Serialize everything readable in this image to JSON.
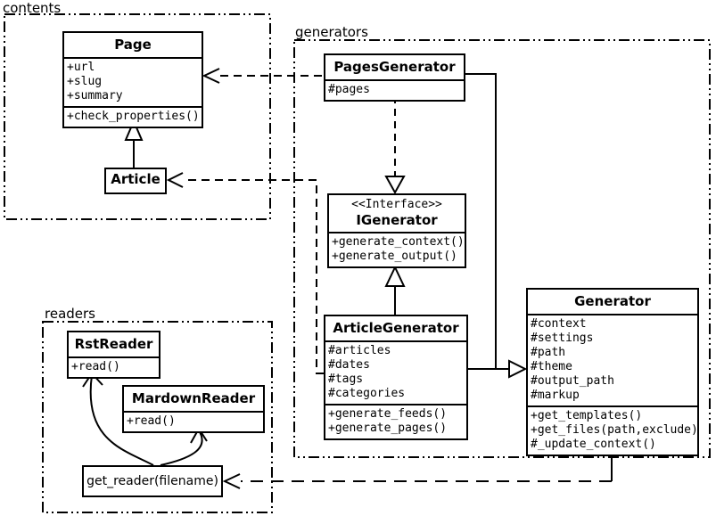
{
  "diagram": {
    "packages": {
      "contents": {
        "label": "contents"
      },
      "generators": {
        "label": "generators"
      },
      "readers": {
        "label": "readers"
      }
    },
    "classes": {
      "page": {
        "name": "Page",
        "attrs": [
          "+url",
          "+slug",
          "+summary"
        ],
        "methods": [
          "+check_properties()"
        ]
      },
      "article": {
        "name": "Article"
      },
      "pagesGenerator": {
        "name": "PagesGenerator",
        "attrs": [
          "#pages"
        ]
      },
      "iGenerator": {
        "stereotype": "<<Interface>>",
        "name": "IGenerator",
        "methods": [
          "+generate_context()",
          "+generate_output()"
        ]
      },
      "articleGenerator": {
        "name": "ArticleGenerator",
        "attrs": [
          "#articles",
          "#dates",
          "#tags",
          "#categories"
        ],
        "methods": [
          "+generate_feeds()",
          "+generate_pages()"
        ]
      },
      "generator": {
        "name": "Generator",
        "attrs": [
          "#context",
          "#settings",
          "#path",
          "#theme",
          "#output_path",
          "#markup"
        ],
        "methods": [
          "+get_templates()",
          "+get_files(path,exclude)",
          "#_update_context()"
        ]
      },
      "rstReader": {
        "name": "RstReader",
        "methods": [
          "+read()"
        ]
      },
      "mardownReader": {
        "name": "MardownReader",
        "methods": [
          "+read()"
        ]
      },
      "getReader": {
        "label": "get_reader(filename)"
      }
    },
    "colors": {
      "line": "#000000",
      "background": "#ffffff",
      "box_fill": "#ffffff"
    }
  }
}
